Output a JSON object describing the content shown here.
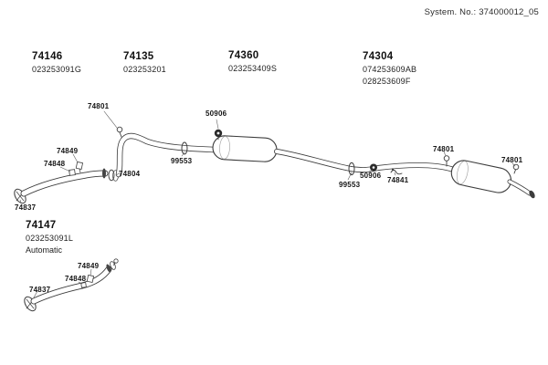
{
  "header": {
    "system_no": "System. No.: 374000012_05"
  },
  "part_groups": [
    {
      "part": "74146",
      "code1": "023253091G"
    },
    {
      "part": "74135",
      "code1": "023253201"
    },
    {
      "part": "74360",
      "code1": "023253409S"
    },
    {
      "part": "74304",
      "code1": "074253609AB",
      "code2": "028253609F"
    }
  ],
  "sub_group": {
    "part": "74147",
    "code1": "023253091L",
    "note": "Automatic"
  },
  "callouts": [
    "74801",
    "50906",
    "99553",
    "74849",
    "74848",
    "74804",
    "74837",
    "99553",
    "50906",
    "74841",
    "74801",
    "74801",
    "74849",
    "74848",
    "74837"
  ]
}
